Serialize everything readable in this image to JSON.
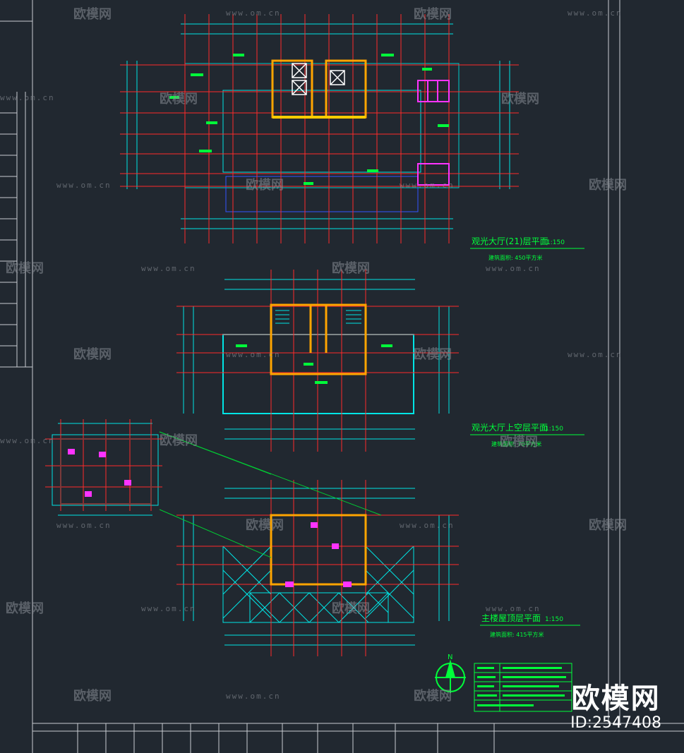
{
  "plans": [
    {
      "title": "观光大厅(21)层平面",
      "scale": "1:150",
      "note": "建筑面积: 450平方米"
    },
    {
      "title": "观光大厅上空层平面",
      "scale": "1:150",
      "note": "建筑面积: 70平方米"
    },
    {
      "title": "主楼屋顶层平面",
      "scale": "1:150",
      "note": "建筑面积: 415平方米"
    }
  ],
  "north_arrow": {
    "label": "N"
  },
  "watermark": {
    "brand": "欧模网",
    "url": "www.om.cn"
  },
  "logo": {
    "brand": "欧模网",
    "id": "ID:2547408"
  },
  "colors": {
    "background": "#212830",
    "axis": "#ff2a2a",
    "dimension": "#00e5e5",
    "annotation": "#00ff3a",
    "wall": "#ffa500",
    "door": "#ff33ff",
    "frame": "#c9cdd2"
  }
}
